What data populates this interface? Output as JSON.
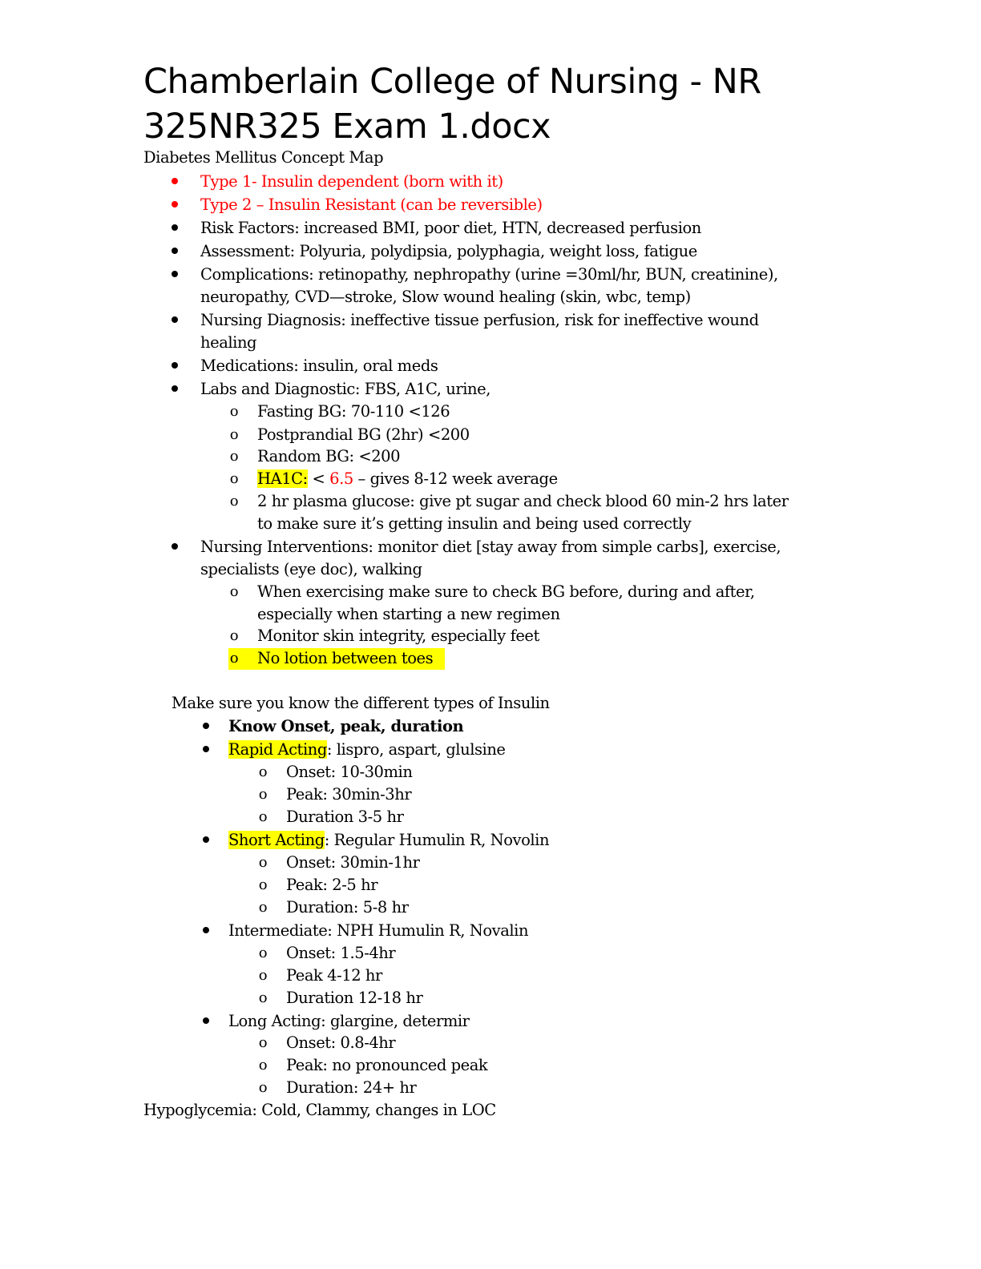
{
  "title": "Chamberlain College of Nursing - NR 325NR325 Exam 1.docx",
  "subtitle": "Diabetes Mellitus Concept Map",
  "colors": {
    "red": "#ff0000",
    "highlight": "#ffff00"
  },
  "dm": {
    "type1": "Type 1- Insulin dependent (born with it)",
    "type2": "Type 2 – Insulin Resistant (can be reversible)",
    "risk": "Risk Factors: increased BMI, poor diet, HTN, decreased perfusion",
    "assessment": "Assessment: Polyuria, polydipsia, polyphagia, weight loss, fatigue",
    "complications_1": "Complications: retinopathy, nephropathy (urine =30ml/hr, BUN, creatinine),",
    "complications_2": "neuropathy, CVD—stroke, Slow wound healing (skin, wbc, temp)",
    "nursing_dx_1": "Nursing Diagnosis: ineffective tissue perfusion, risk for ineffective wound",
    "nursing_dx_2": "healing",
    "medications": "Medications: insulin, oral meds",
    "labs": "Labs and Diagnostic: FBS, A1C, urine,",
    "labs_items": {
      "fasting": "Fasting BG: 70-110  <126",
      "postprandial": "Postprandial BG (2hr) <200",
      "random": "Random BG: <200",
      "ha1c_label": "HA1C:",
      "ha1c_lt": " < ",
      "ha1c_val": "6.5",
      "ha1c_rest": " – gives 8-12 week average",
      "plasma_1": "2 hr plasma glucose: give pt sugar and check blood 60 min-2 hrs later",
      "plasma_2": "to make sure it’s getting insulin and being used correctly"
    },
    "interventions_1": "Nursing Interventions: monitor diet [stay away from simple carbs], exercise,",
    "interventions_2": "specialists (eye doc), walking",
    "interventions_items": {
      "exercise_1": "When exercising make sure to check BG before, during and after,",
      "exercise_2": "especially when starting a new regimen",
      "skin": "Monitor skin integrity, especially feet",
      "lotion": "No lotion between toes"
    }
  },
  "insulin": {
    "intro": "Make sure you know the different types of Insulin",
    "know": "Know Onset, peak, duration",
    "rapid_label": "Rapid Acting",
    "rapid_rest": ": lispro, aspart, glulsine",
    "rapid_onset": "Onset: 10-30min",
    "rapid_peak": "Peak: 30min-3hr",
    "rapid_duration": "Duration 3-5 hr",
    "short_label": "Short Acting",
    "short_rest": ": Regular Humulin R, Novolin",
    "short_onset": "Onset: 30min-1hr",
    "short_peak": "Peak: 2-5 hr",
    "short_duration": "Duration: 5-8 hr",
    "intermediate": "Intermediate: NPH Humulin R, Novalin",
    "inter_onset": "Onset: 1.5-4hr",
    "inter_peak": "Peak 4-12 hr",
    "inter_duration": "Duration 12-18 hr",
    "long": "Long Acting: glargine, determir",
    "long_onset": "Onset: 0.8-4hr",
    "long_peak": "Peak: no pronounced peak",
    "long_duration": "Duration: 24+ hr"
  },
  "hypoglycemia": "Hypoglycemia: Cold, Clammy, changes in LOC"
}
